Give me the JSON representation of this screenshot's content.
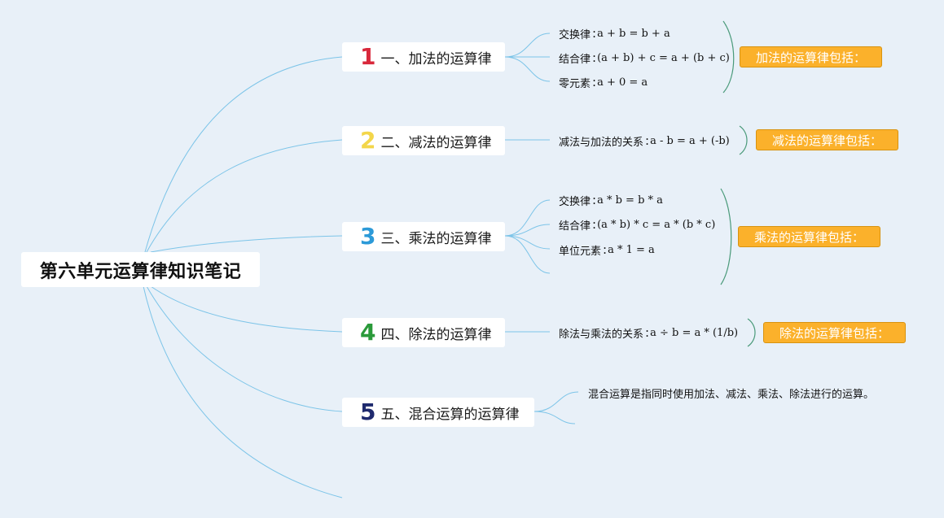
{
  "root": {
    "title": "第六单元运算律知识笔记"
  },
  "colors": {
    "background": "#e8f0f8",
    "link": "#7cc4e8",
    "bracket": "#4a9a7a",
    "summary_fill": "#fbb12b",
    "num1": "#d8283b",
    "num2": "#f3d64a",
    "num3": "#2c9ad8",
    "num4": "#2a9a3a",
    "num5": "#1f2a6e"
  },
  "branches": [
    {
      "number": "1",
      "label": "一、加法的运算律",
      "leaves": [
        {
          "name": "交换律",
          "formula": "a + b = b + a"
        },
        {
          "name": "结合律",
          "formula": "(a + b) + c = a + (b + c)"
        },
        {
          "name": "零元素",
          "formula": "a + 0 = a"
        }
      ],
      "summary": "加法的运算律包括："
    },
    {
      "number": "2",
      "label": "二、减法的运算律",
      "leaves": [
        {
          "name": "减法与加法的关系",
          "formula": "a - b = a + (-b)"
        }
      ],
      "summary": "减法的运算律包括："
    },
    {
      "number": "3",
      "label": "三、乘法的运算律",
      "leaves": [
        {
          "name": "交换律",
          "formula": "a * b = b * a"
        },
        {
          "name": "结合律",
          "formula": "(a * b) * c = a * (b * c)"
        },
        {
          "name": "单位元素",
          "formula": "a * 1 = a"
        }
      ],
      "summary": "乘法的运算律包括："
    },
    {
      "number": "4",
      "label": "四、除法的运算律",
      "leaves": [
        {
          "name": "除法与乘法的关系",
          "formula": "a ÷ b = a * (1/b)"
        }
      ],
      "summary": "除法的运算律包括："
    },
    {
      "number": "5",
      "label": "五、混合运算的运算律",
      "leaves": [
        {
          "name": "混合运算是指同时使用加法、减法、乘法、除法进行的运算。",
          "formula": ""
        }
      ],
      "summary": ""
    }
  ]
}
